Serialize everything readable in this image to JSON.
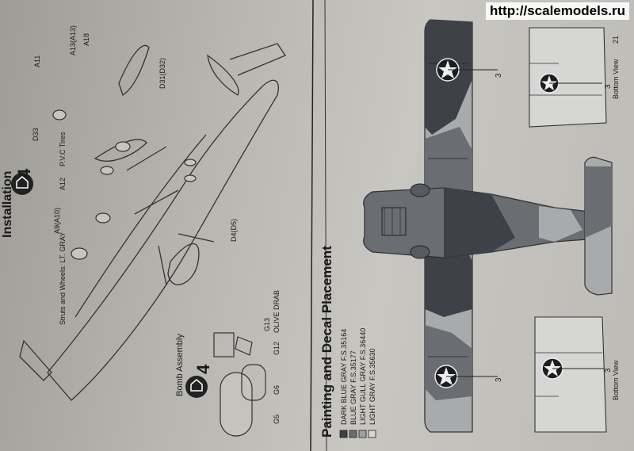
{
  "watermark": "http://scalemodels.ru",
  "install": {
    "title_fragment": "Installation",
    "step_number": "4",
    "strut_note": "Struts and Wheels: LT. GRAY",
    "pvc_note": "P.V.C Tires",
    "parts": [
      "A11",
      "A13(A13)",
      "A18",
      "D31(D32)",
      "D33",
      "A12",
      "A9(A10)",
      "D4(D5)"
    ]
  },
  "bomb": {
    "title": "Bomb Assembly",
    "step_number": "4",
    "color_note": "OLIVE DRAB",
    "parts": [
      "G13",
      "G12",
      "G6",
      "G5"
    ]
  },
  "painting": {
    "title": "Painting and Decal Placement",
    "legend": [
      {
        "label": "DARK BLUE GRAY F.S.35164",
        "color": "#3e4148"
      },
      {
        "label": "BLUE GRAY F.S.35177",
        "color": "#6a6d72"
      },
      {
        "label": "LIGHT GULL GRAY F.S.36440",
        "color": "#9ea0a2"
      },
      {
        "label": "LIGHT GRAY F.S.35630",
        "color": "#d6d6d4"
      }
    ],
    "decal_number": "3",
    "bottom_view_label": "Bottom View",
    "page_number": "21"
  }
}
